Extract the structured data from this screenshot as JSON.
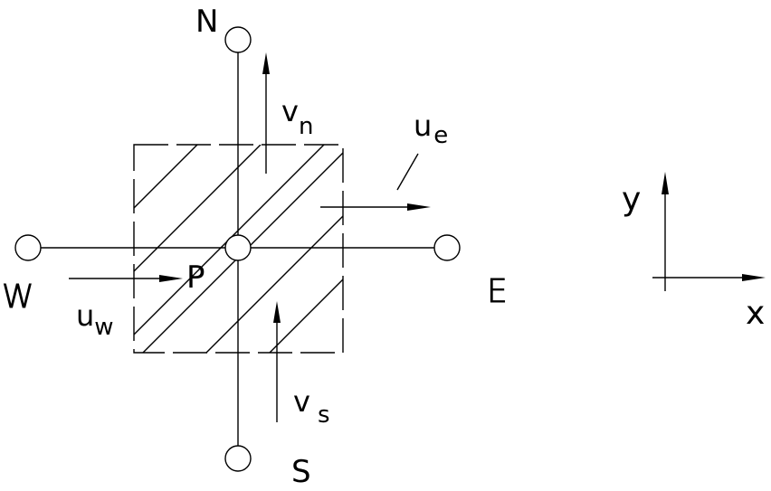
{
  "diagram": {
    "nodes": {
      "north": "N",
      "south": "S",
      "west": "W",
      "east": "E",
      "center": "P"
    },
    "velocities": {
      "v_north": {
        "base": "v",
        "sub": "n"
      },
      "v_south": {
        "base": "v",
        "sub": "s"
      },
      "u_east": {
        "base": "u",
        "sub": "e"
      },
      "u_west": {
        "base": "u",
        "sub": "w"
      }
    },
    "axes": {
      "x_label": "x",
      "y_label": "y"
    }
  }
}
